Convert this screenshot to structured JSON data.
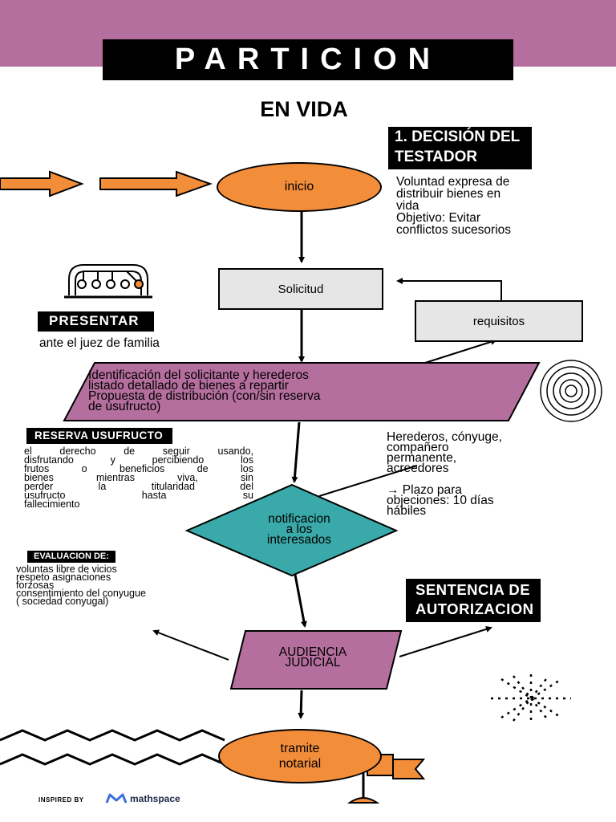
{
  "title": "PARTICION",
  "subtitle": "EN VIDA",
  "step1": {
    "line1": "1. DECISIÓN DEL",
    "line2": "TESTADOR"
  },
  "step1_description": [
    "Voluntad expresa de",
    "distribuir bienes en",
    "vida",
    "Objetivo: Evitar",
    "conflictos sucesorios"
  ],
  "nodes": {
    "inicio": "inicio",
    "solicitud": "Solicitud",
    "requisitos": "requisitos",
    "identificacion": [
      " Identificación del solicitante y herederos",
      "listado detallado de bienes a repartir",
      "Propuesta de distribución (con/sin reserva",
      "de usufructo)"
    ],
    "notificacion": [
      "notificacion",
      "a los",
      "interesados"
    ],
    "audiencia": [
      "AUDIENCIA",
      "JUDICIAL"
    ],
    "tramite": [
      "tramite",
      "notarial"
    ]
  },
  "presentar": {
    "label": "PRESENTAR",
    "text": "ante el juez de familia"
  },
  "reserva": {
    "label": "RESERVA USUFRUCTO",
    "lines": [
      "el derecho de seguir usando,",
      "disfrutando y percibiendo los",
      "frutos o beneficios de los",
      "bienes mientras viva, sin",
      "perder la titularidad del",
      "usufructo hasta su",
      "fallecimiento"
    ]
  },
  "interesados": {
    "lines": [
      "Herederos, cónyuge,",
      "compañero",
      "permanente,",
      "acreedores"
    ],
    "plazo": [
      " → Plazo para",
      "objeciones: 10 días",
      "hábiles"
    ]
  },
  "evaluacion": {
    "label": "EVALUACION DE:",
    "lines": [
      "voluntas libre de vicios",
      "respeto asignaciones",
      "forzosas",
      "consentimiento del conyugue",
      "( sociedad conyugal)"
    ]
  },
  "sentencia": {
    "line1": "SENTENCIA DE",
    "line2": "AUTORIZACION"
  },
  "footer": {
    "inspired": "INSPIRED BY",
    "brand": "mathspace"
  },
  "colors": {
    "band": "#b56f9e",
    "orange": "#f28d3a",
    "purple": "#b56f9e",
    "teal": "#3aa9a9",
    "box": "#e7e6e6"
  }
}
